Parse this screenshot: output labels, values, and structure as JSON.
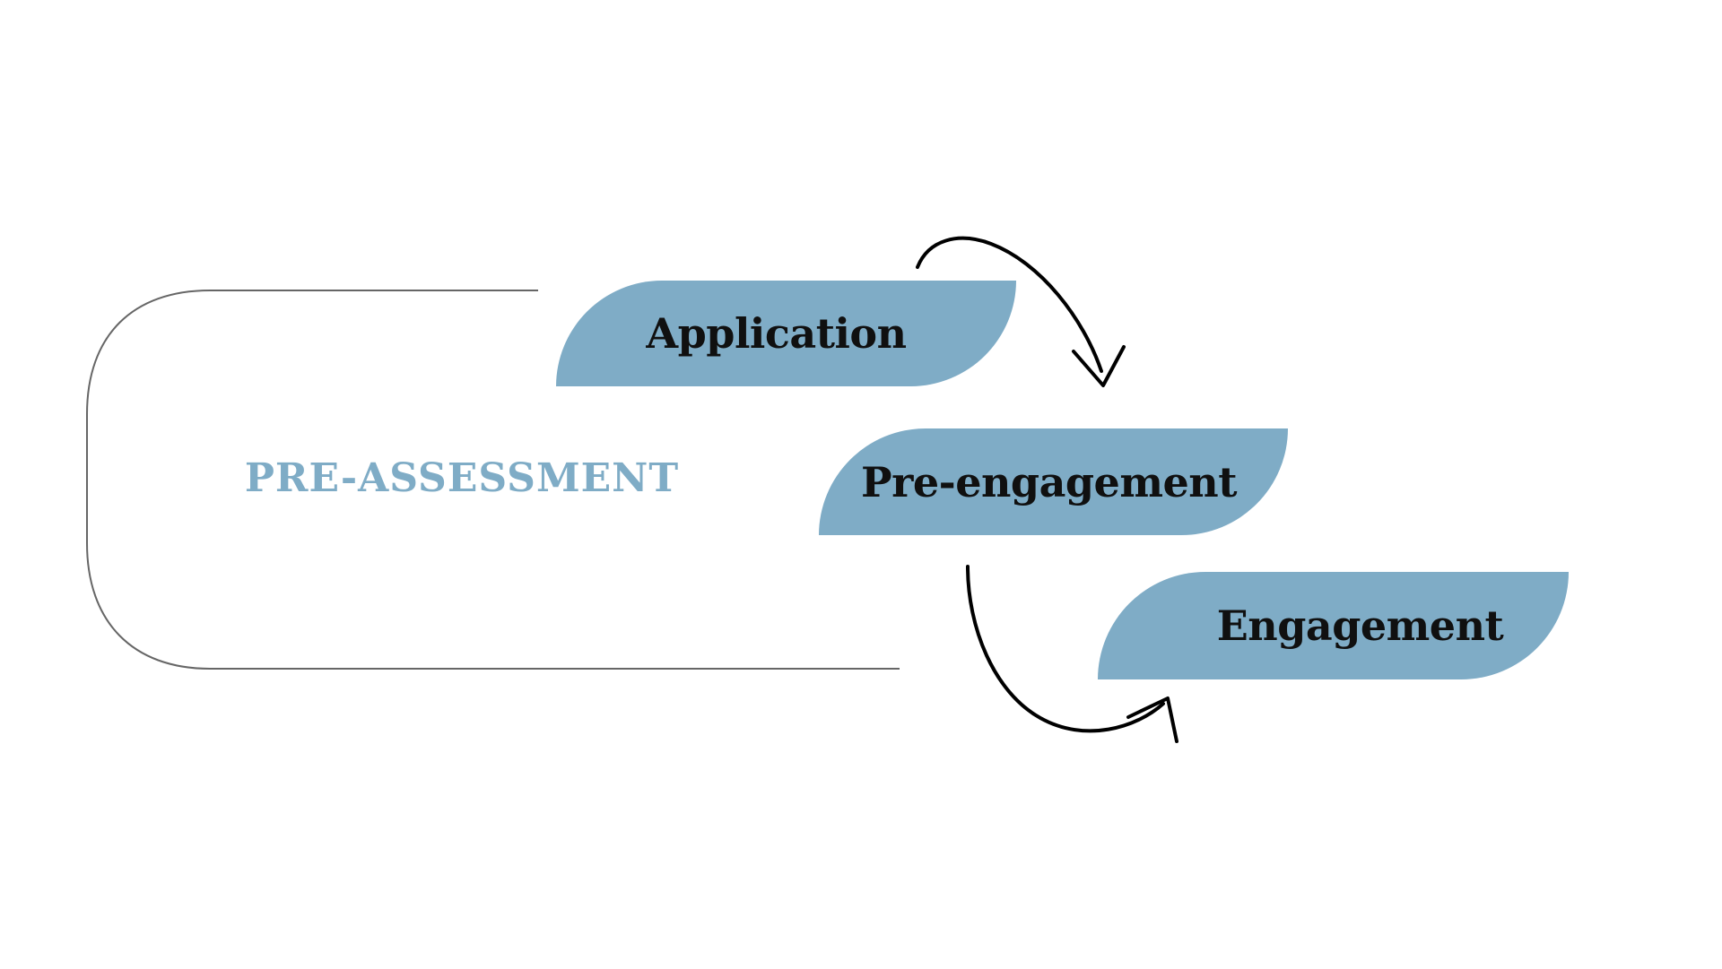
{
  "diagram": {
    "title": "PRE-ASSESSMENT",
    "background_color": "#ffffff",
    "accent_color": "#7FACC6",
    "outline_color": "#666666",
    "arrow_color": "#000000",
    "label_color": "#101010",
    "group": {
      "name": "pre-assessment-group",
      "label": "PRE-ASSESSMENT",
      "label_color": "#7FACC6"
    },
    "stages": [
      {
        "id": "application",
        "label": "Application",
        "order": 1,
        "fill": "#7FACC6",
        "text_color": "#101010"
      },
      {
        "id": "pre-engagement",
        "label": "Pre-engagement",
        "order": 2,
        "fill": "#7FACC6",
        "text_color": "#101010"
      },
      {
        "id": "engagement",
        "label": "Engagement",
        "order": 3,
        "fill": "#7FACC6",
        "text_color": "#101010"
      }
    ],
    "connectors": [
      {
        "id": "arrow-application-to-pre-engagement",
        "from": "application",
        "to": "pre-engagement",
        "style": "curved-arrow",
        "color": "#000000"
      },
      {
        "id": "arrow-pre-engagement-to-engagement",
        "from": "pre-engagement",
        "to": "engagement",
        "style": "curved-arrow",
        "color": "#000000"
      }
    ]
  }
}
